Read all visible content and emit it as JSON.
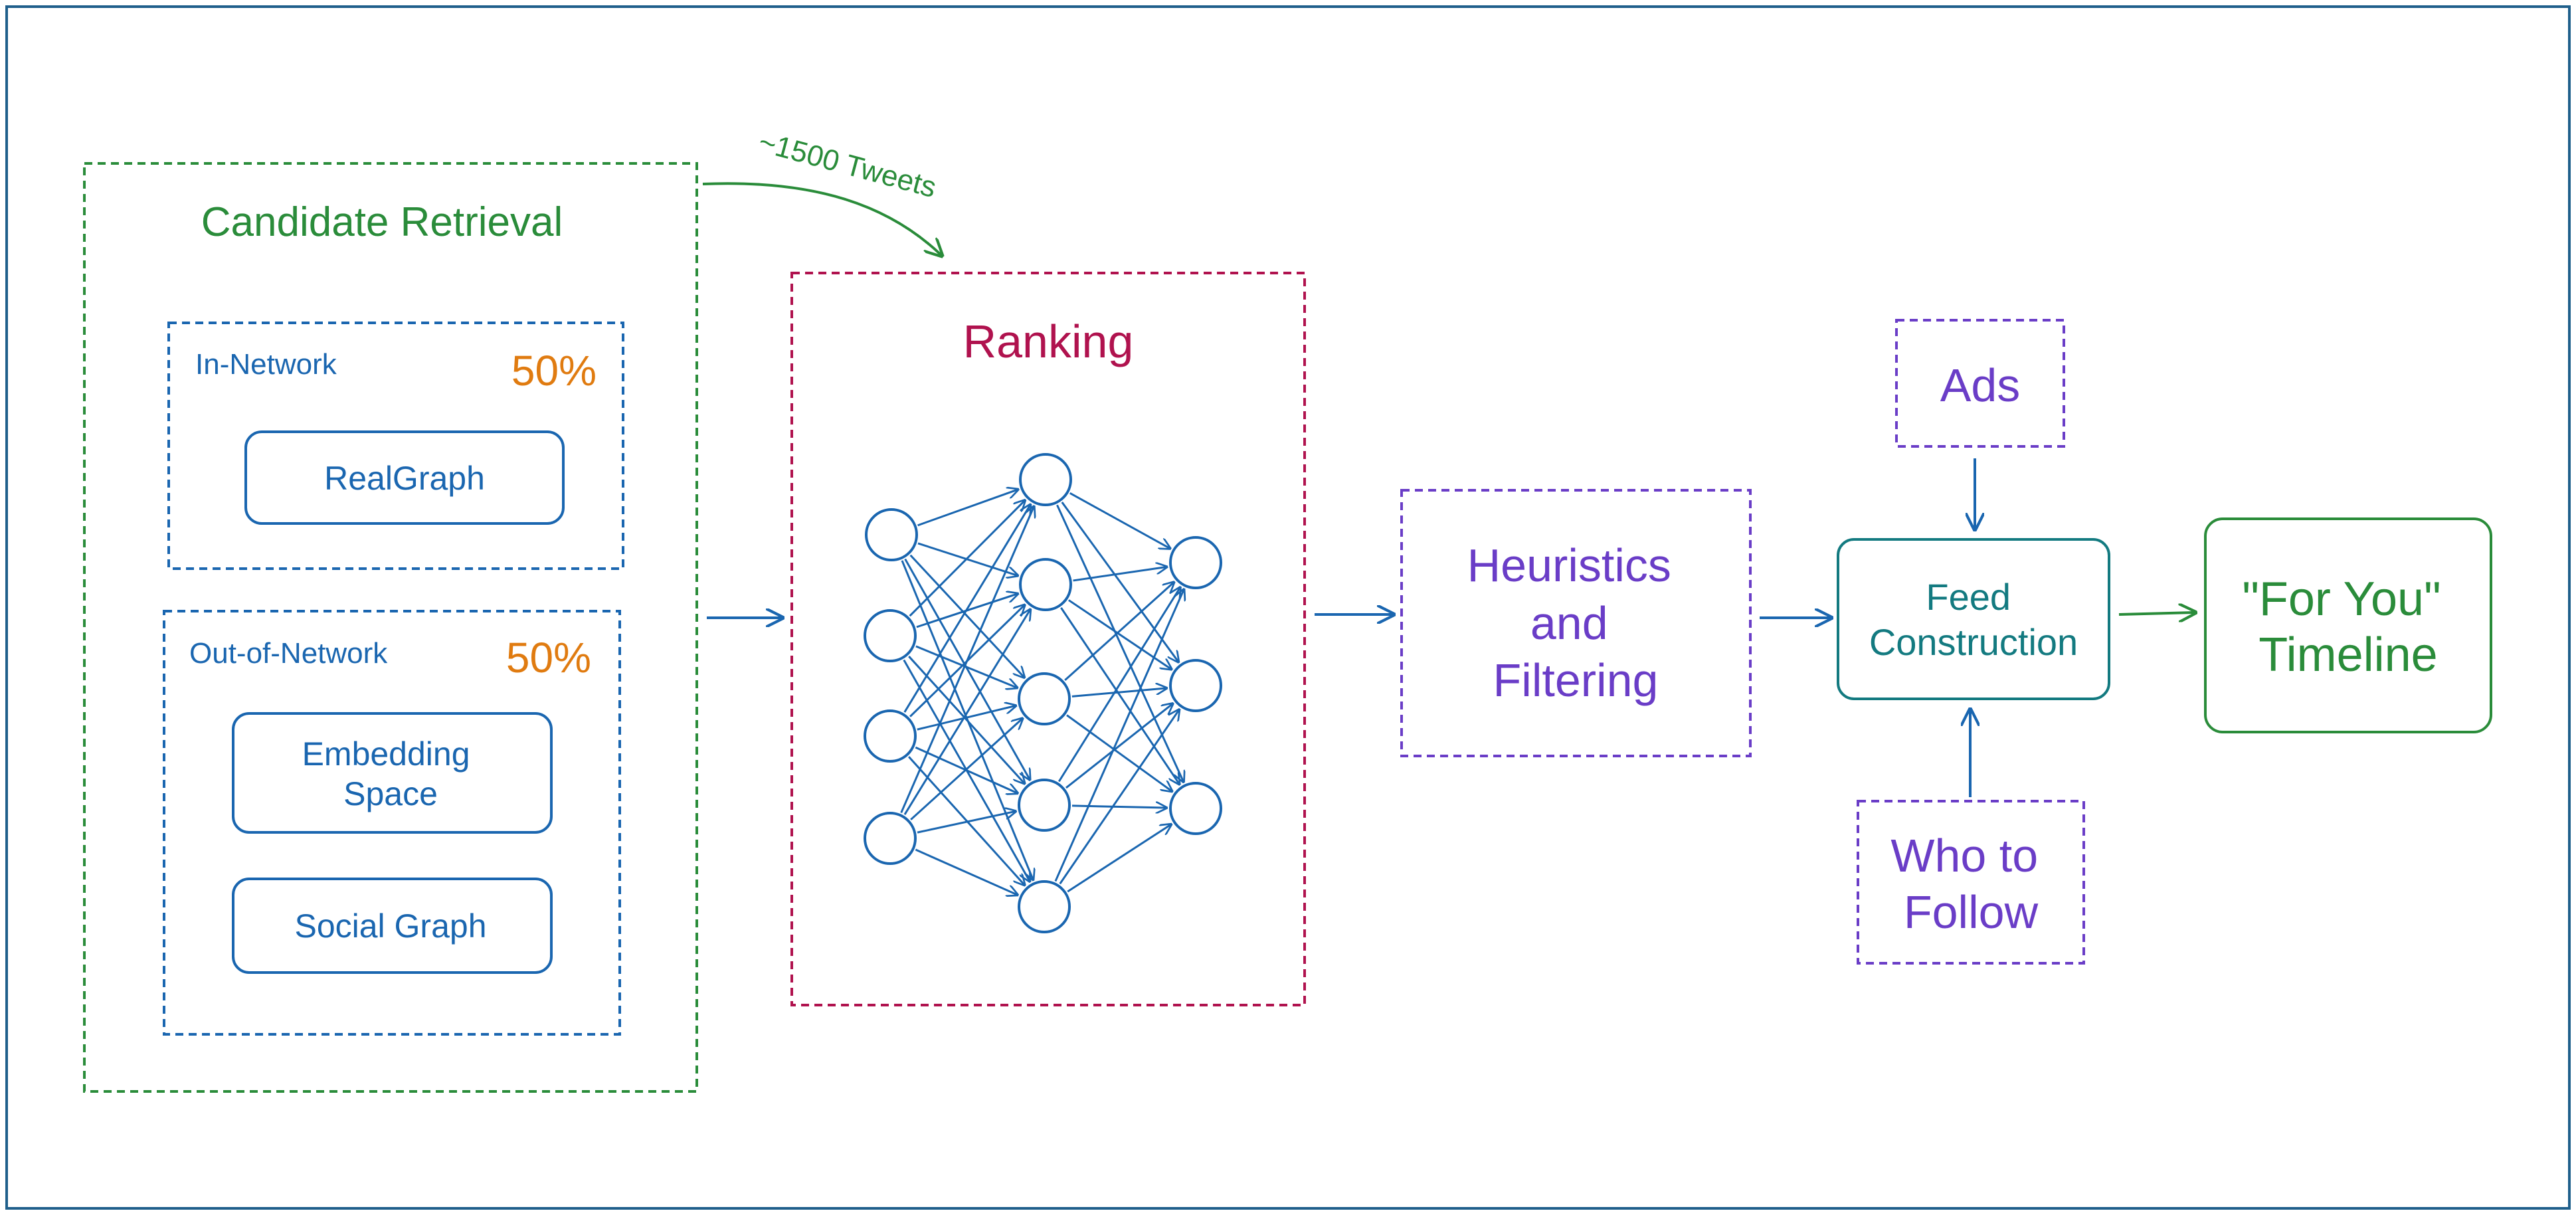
{
  "colors": {
    "frame": "#1f5f8b",
    "green": "#2a8c3a",
    "blue": "#1a66b0",
    "crimson": "#b0124e",
    "purple": "#6a3dc7",
    "teal": "#137a80",
    "orange": "#e07b10"
  },
  "candidate_retrieval": {
    "title": "Candidate Retrieval",
    "in_network": {
      "label": "In-Network",
      "percent": "50%",
      "sources": [
        "RealGraph"
      ]
    },
    "out_of_network": {
      "label": "Out-of-Network",
      "percent": "50%",
      "sources": [
        [
          "Embedding",
          "Space"
        ],
        [
          "Social Graph"
        ]
      ]
    }
  },
  "flow_label": "~1500 Tweets",
  "ranking": {
    "title": "Ranking"
  },
  "heuristics": {
    "lines": [
      "Heuristics",
      "and",
      "Filtering"
    ]
  },
  "ads": {
    "label": "Ads"
  },
  "feed": {
    "lines": [
      "Feed",
      "Construction"
    ]
  },
  "who_to_follow": {
    "lines": [
      "Who to",
      "Follow"
    ]
  },
  "timeline": {
    "lines": [
      "\"For You\"",
      "Timeline"
    ]
  }
}
